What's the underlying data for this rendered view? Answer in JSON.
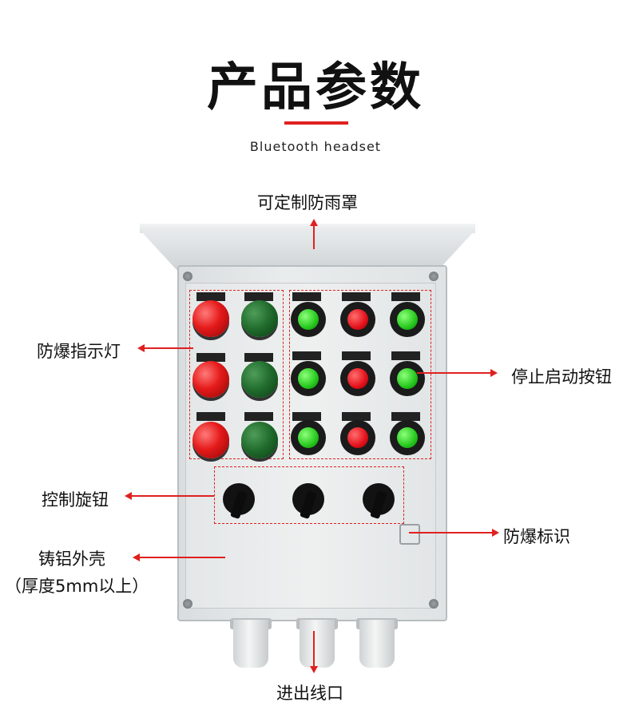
{
  "heading": {
    "title": "产品参数",
    "subtitle": "Bluetooth headset"
  },
  "callouts": {
    "rain_cover": "可定制防雨罩",
    "indicator_lights": "防爆指示灯",
    "stop_start_buttons": "停止启动按钮",
    "rotary_switch": "控制旋钮",
    "explosion_mark": "防爆标识",
    "housing_line1": "铸铝外壳",
    "housing_line2": "（厚度5mm以上）",
    "cable_entry": "进出线口"
  },
  "colors": {
    "accent": "#e02020",
    "lamp_red": "#e51a1a",
    "lamp_green": "#1f6a2b",
    "button_green": "#25c81c",
    "button_red": "#e3101a"
  }
}
